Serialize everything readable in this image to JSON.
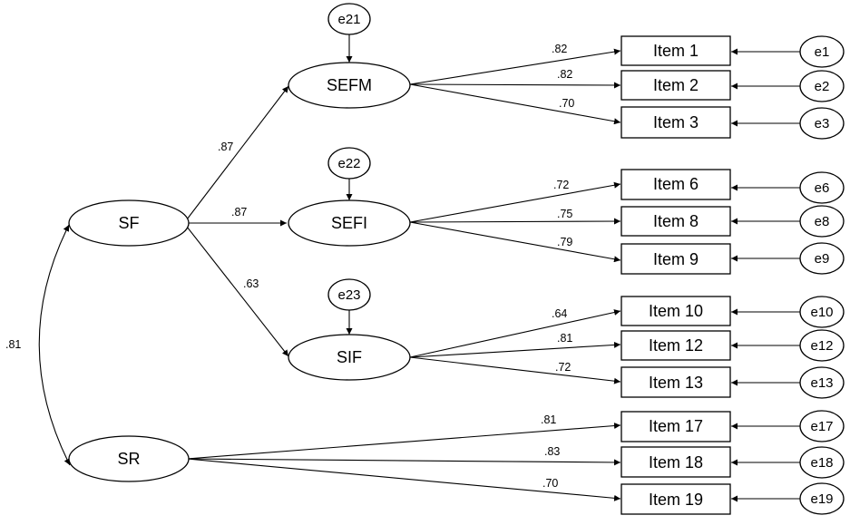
{
  "latent": {
    "sf": "SF",
    "sr": "SR",
    "sefm": "SEFM",
    "sefi": "SEFI",
    "sif": "SIF"
  },
  "disturbances": {
    "e21": "e21",
    "e22": "e22",
    "e23": "e23"
  },
  "items": {
    "item1": "Item 1",
    "item2": "Item 2",
    "item3": "Item 3",
    "item6": "Item 6",
    "item8": "Item 8",
    "item9": "Item 9",
    "item10": "Item 10",
    "item12": "Item 12",
    "item13": "Item 13",
    "item17": "Item 17",
    "item18": "Item 18",
    "item19": "Item 19"
  },
  "errors": {
    "e1": "e1",
    "e2": "e2",
    "e3": "e3",
    "e6": "e6",
    "e8": "e8",
    "e9": "e9",
    "e10": "e10",
    "e12": "e12",
    "e13": "e13",
    "e17": "e17",
    "e18": "e18",
    "e19": "e19"
  },
  "weights": {
    "sf_sr": ".81",
    "sf_sefm": ".87",
    "sf_sefi": ".87",
    "sf_sif": ".63",
    "sefm_item1": ".82",
    "sefm_item2": ".82",
    "sefm_item3": ".70",
    "sefi_item6": ".72",
    "sefi_item8": ".75",
    "sefi_item9": ".79",
    "sif_item10": ".64",
    "sif_item12": ".81",
    "sif_item13": ".72",
    "sr_item17": ".81",
    "sr_item18": ".83",
    "sr_item19": ".70"
  }
}
